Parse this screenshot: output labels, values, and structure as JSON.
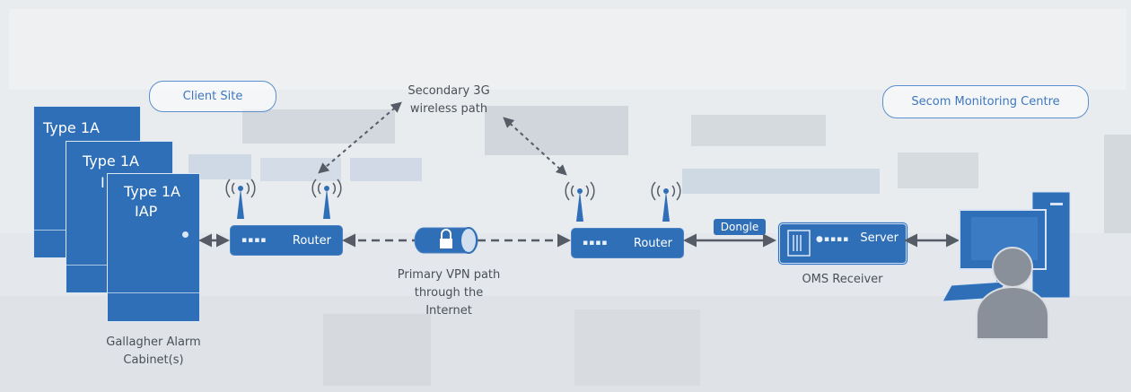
{
  "sites": {
    "client": "Client Site",
    "monitoring": "Secom Monitoring Centre"
  },
  "cabinets": {
    "back_label": "Type 1A",
    "middle_label": "Type 1A",
    "middle_sub": "I",
    "front_label": "Type 1A",
    "front_sub": "IAP",
    "caption_line1": "Gallagher Alarm",
    "caption_line2": "Cabinet(s)"
  },
  "routers": {
    "left": "Router",
    "right": "Router"
  },
  "paths": {
    "secondary_line1": "Secondary 3G",
    "secondary_line2": "wireless path",
    "primary_line1": "Primary VPN path",
    "primary_line2": "through the",
    "primary_line3": "Internet"
  },
  "receiver": {
    "dongle": "Dongle",
    "server": "Server",
    "caption": "OMS Receiver"
  },
  "icons": [
    "antenna-icon",
    "lock-icon",
    "workstation-icon",
    "person-icon"
  ],
  "colors": {
    "device_blue": "#2f6fb8",
    "accent_blue": "#3d78bf",
    "connector_gray": "#555c66"
  }
}
